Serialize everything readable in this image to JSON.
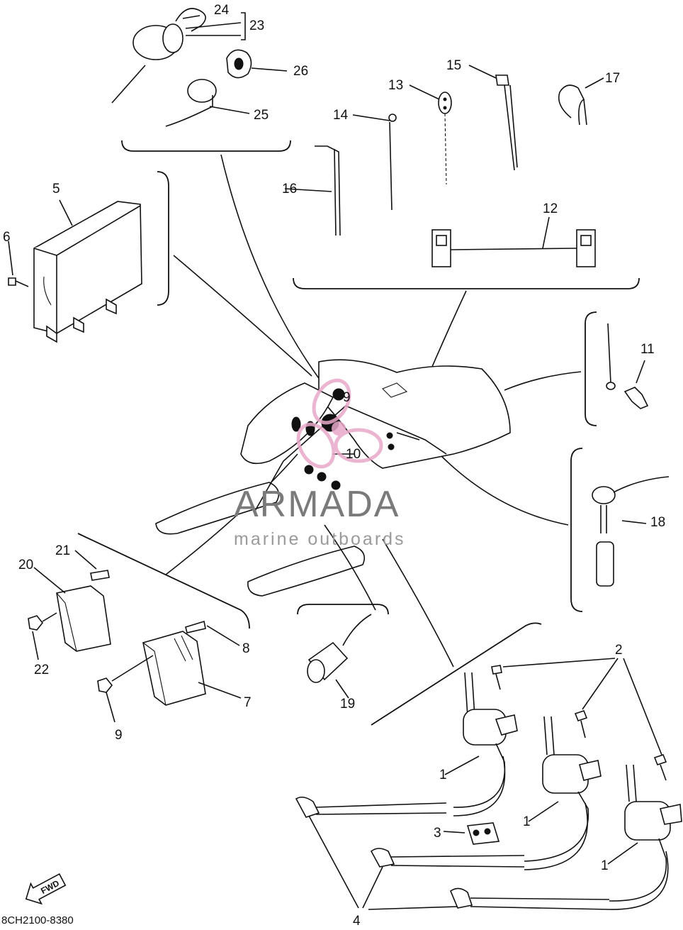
{
  "diagram": {
    "doc_id": "8CH2100-8380",
    "fwd_label": "FWD",
    "watermark": {
      "brand": "ARMADA",
      "tagline": "marine outboards",
      "color": "#e8a8c8"
    },
    "callouts": {
      "c1a": "1",
      "c1b": "1",
      "c1c": "1",
      "c2": "2",
      "c3": "3",
      "c4": "4",
      "c5": "5",
      "c6": "6",
      "c7": "7",
      "c8": "8",
      "c9": "9",
      "c10": "10",
      "c11": "11",
      "c12": "12",
      "c13": "13",
      "c14": "14",
      "c15": "15",
      "c16": "16",
      "c17": "17",
      "c18": "18",
      "c19": "19",
      "c20": "20",
      "c21": "21",
      "c22": "22",
      "c23": "23",
      "c24": "24",
      "c25": "25",
      "c26": "26"
    }
  }
}
